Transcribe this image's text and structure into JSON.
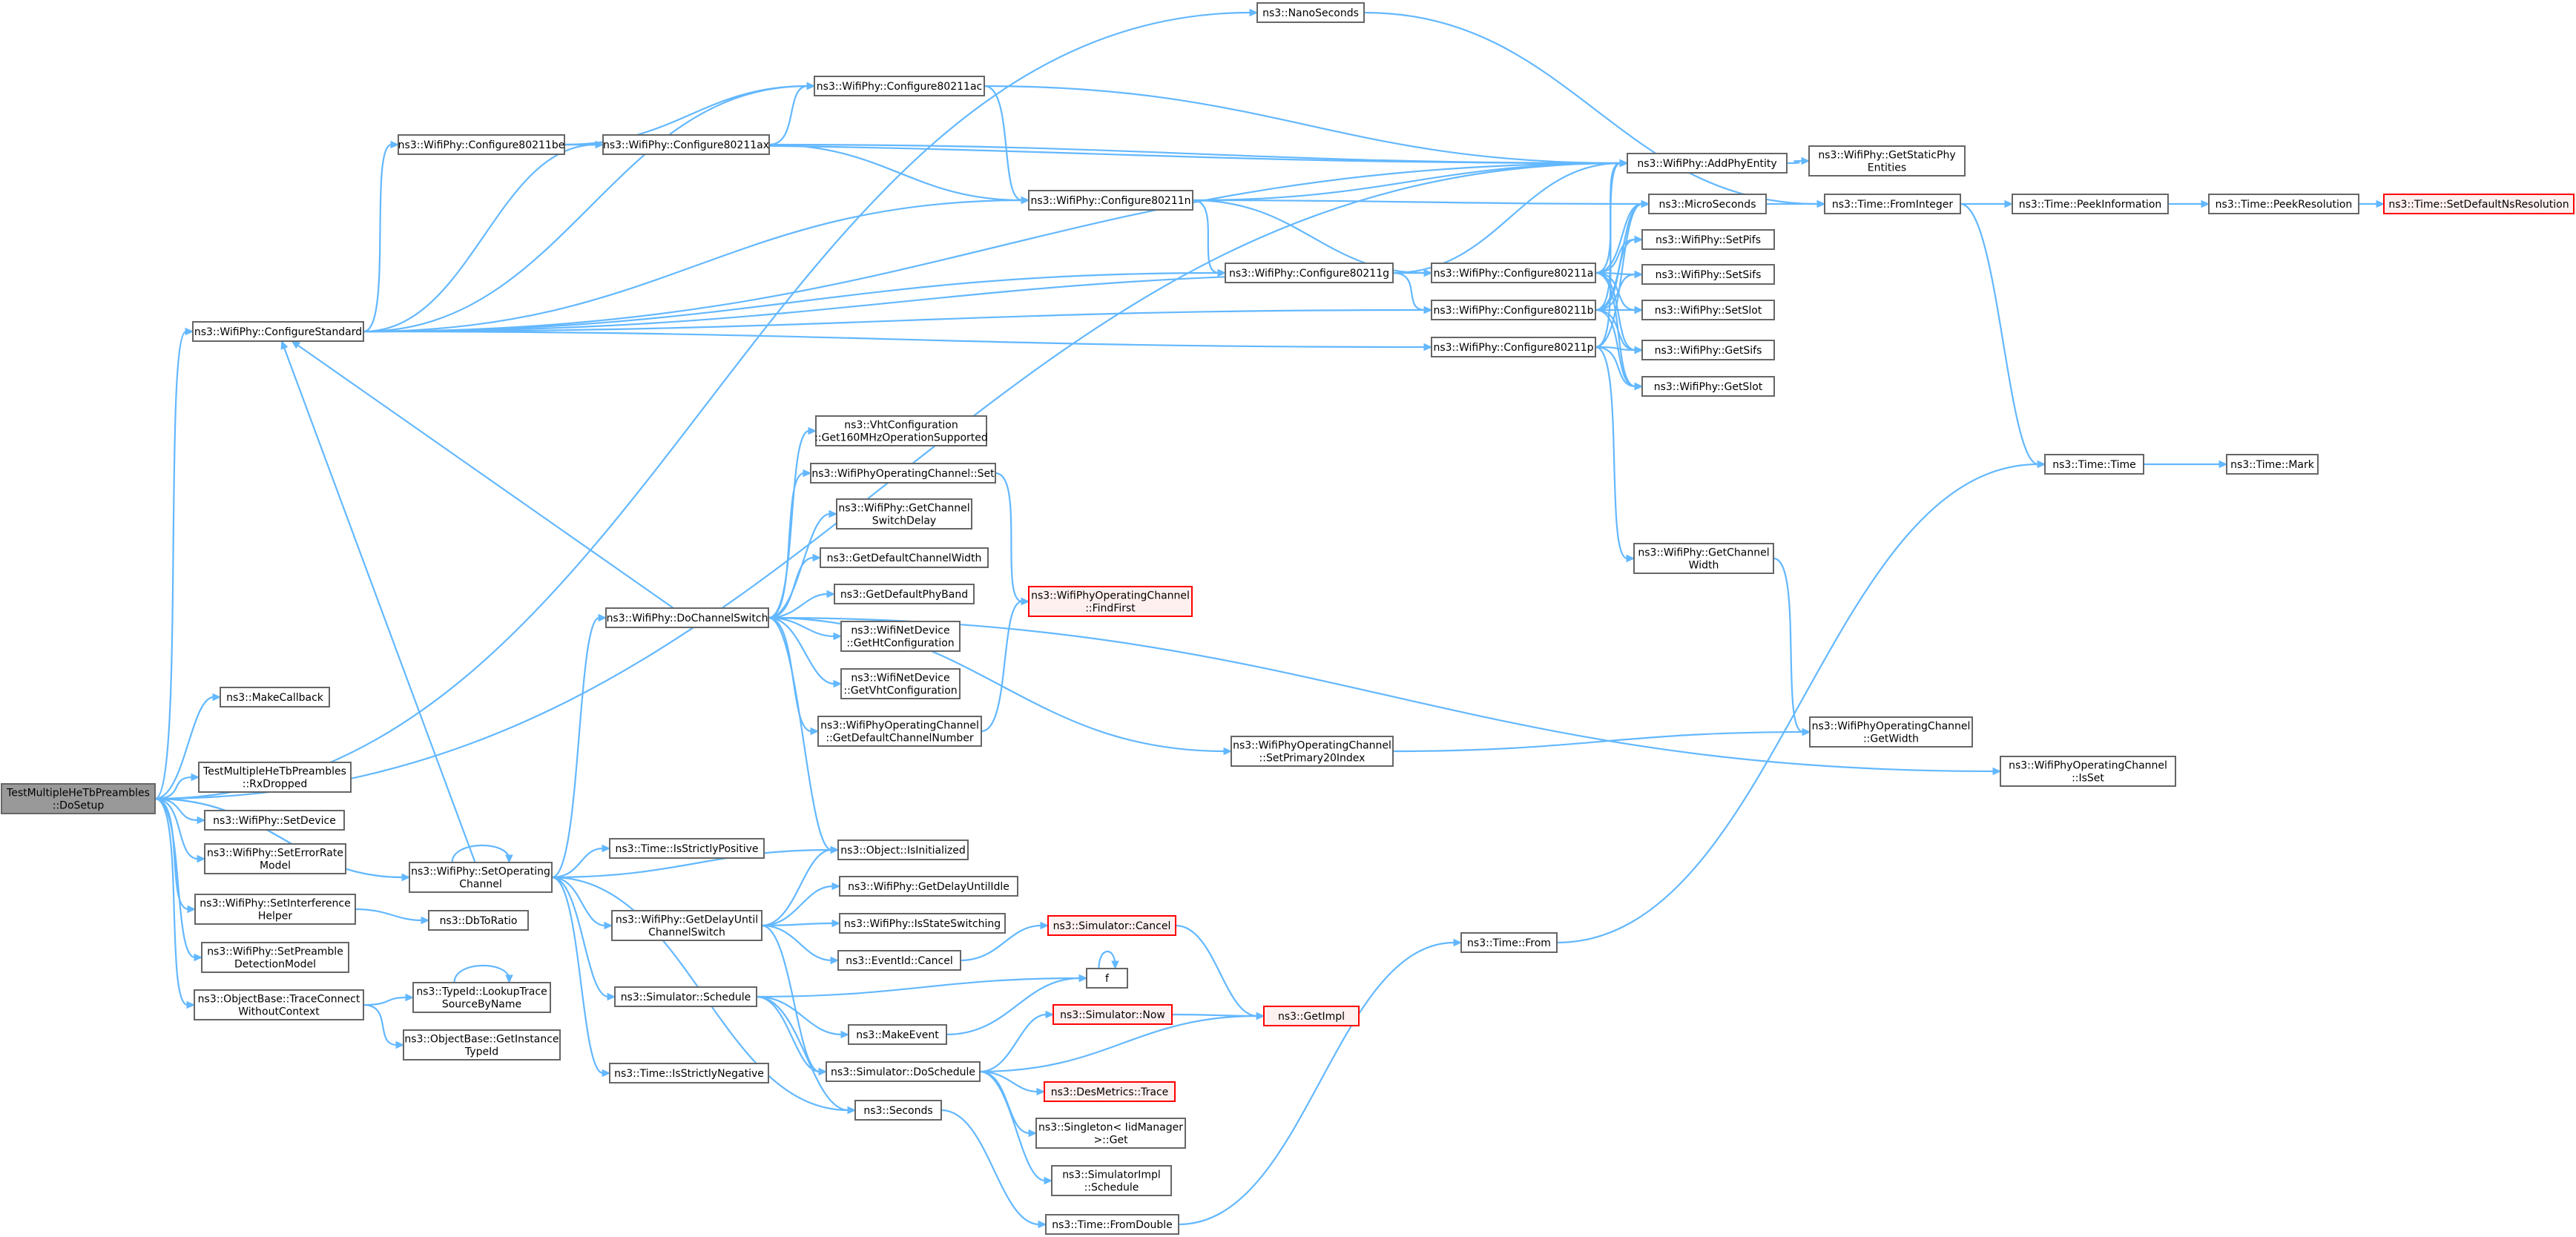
{
  "colors": {
    "edge": "#63b8ff",
    "node_border": "#666666",
    "root_fill": "#999999",
    "truncated_border": "#ff0000",
    "truncated_fill": "#fff0f0",
    "background": "#ffffff"
  },
  "nodes": [
    {
      "id": "dosetup",
      "label": [
        "TestMultipleHeTbPreambles",
        "::DoSetup"
      ],
      "kind": "root"
    },
    {
      "id": "configstd",
      "label": [
        "ns3::WifiPhy::ConfigureStandard"
      ]
    },
    {
      "id": "makecb",
      "label": [
        "ns3::MakeCallback"
      ]
    },
    {
      "id": "rxdropped",
      "label": [
        "TestMultipleHeTbPreambles",
        "::RxDropped"
      ]
    },
    {
      "id": "setdevice",
      "label": [
        "ns3::WifiPhy::SetDevice"
      ]
    },
    {
      "id": "seterrrate",
      "label": [
        "ns3::WifiPhy::SetErrorRate",
        "Model"
      ]
    },
    {
      "id": "setinterf",
      "label": [
        "ns3::WifiPhy::SetInterference",
        "Helper"
      ]
    },
    {
      "id": "setpreamble",
      "label": [
        "ns3::WifiPhy::SetPreamble",
        "DetectionModel"
      ]
    },
    {
      "id": "traceconnect",
      "label": [
        "ns3::ObjectBase::TraceConnect",
        "WithoutContext"
      ]
    },
    {
      "id": "setopchan",
      "label": [
        "ns3::WifiPhy::SetOperating",
        "Channel"
      ]
    },
    {
      "id": "cfgbe",
      "label": [
        "ns3::WifiPhy::Configure80211be"
      ]
    },
    {
      "id": "cfgax",
      "label": [
        "ns3::WifiPhy::Configure80211ax"
      ]
    },
    {
      "id": "cfgac",
      "label": [
        "ns3::WifiPhy::Configure80211ac"
      ]
    },
    {
      "id": "cfgn",
      "label": [
        "ns3::WifiPhy::Configure80211n"
      ]
    },
    {
      "id": "cfgg",
      "label": [
        "ns3::WifiPhy::Configure80211g"
      ]
    },
    {
      "id": "cfga",
      "label": [
        "ns3::WifiPhy::Configure80211a"
      ]
    },
    {
      "id": "cfgb",
      "label": [
        "ns3::WifiPhy::Configure80211b"
      ]
    },
    {
      "id": "cfgp",
      "label": [
        "ns3::WifiPhy::Configure80211p"
      ]
    },
    {
      "id": "nanosec",
      "label": [
        "ns3::NanoSeconds"
      ]
    },
    {
      "id": "addphy",
      "label": [
        "ns3::WifiPhy::AddPhyEntity"
      ]
    },
    {
      "id": "getstaticphy",
      "label": [
        "ns3::WifiPhy::GetStaticPhy",
        "Entities"
      ]
    },
    {
      "id": "microsec",
      "label": [
        "ns3::MicroSeconds"
      ]
    },
    {
      "id": "fromint",
      "label": [
        "ns3::Time::FromInteger"
      ]
    },
    {
      "id": "peekinfo",
      "label": [
        "ns3::Time::PeekInformation"
      ]
    },
    {
      "id": "peekres",
      "label": [
        "ns3::Time::PeekResolution"
      ]
    },
    {
      "id": "setdefns",
      "label": [
        "ns3::Time::SetDefaultNsResolution"
      ],
      "kind": "truncated"
    },
    {
      "id": "setpifs",
      "label": [
        "ns3::WifiPhy::SetPifs"
      ]
    },
    {
      "id": "setsifs",
      "label": [
        "ns3::WifiPhy::SetSifs"
      ]
    },
    {
      "id": "setslot",
      "label": [
        "ns3::WifiPhy::SetSlot"
      ]
    },
    {
      "id": "getsifs",
      "label": [
        "ns3::WifiPhy::GetSifs"
      ]
    },
    {
      "id": "getslot",
      "label": [
        "ns3::WifiPhy::GetSlot"
      ]
    },
    {
      "id": "time",
      "label": [
        "ns3::Time::Time"
      ]
    },
    {
      "id": "mark",
      "label": [
        "ns3::Time::Mark"
      ]
    },
    {
      "id": "vhtcfg",
      "label": [
        "ns3::VhtConfiguration",
        "::Get160MHzOperationSupported"
      ]
    },
    {
      "id": "opchanset",
      "label": [
        "ns3::WifiPhyOperatingChannel::Set"
      ]
    },
    {
      "id": "getchanswitch",
      "label": [
        "ns3::WifiPhy::GetChannel",
        "SwitchDelay"
      ]
    },
    {
      "id": "getdefchanwidth",
      "label": [
        "ns3::GetDefaultChannelWidth"
      ]
    },
    {
      "id": "getdefphyband",
      "label": [
        "ns3::GetDefaultPhyBand"
      ]
    },
    {
      "id": "gethtcfg",
      "label": [
        "ns3::WifiNetDevice",
        "::GetHtConfiguration"
      ]
    },
    {
      "id": "getvhtcfg",
      "label": [
        "ns3::WifiNetDevice",
        "::GetVhtConfiguration"
      ]
    },
    {
      "id": "getdefchannum",
      "label": [
        "ns3::WifiPhyOperatingChannel",
        "::GetDefaultChannelNumber"
      ]
    },
    {
      "id": "findfirst",
      "label": [
        "ns3::WifiPhyOperatingChannel",
        "::FindFirst"
      ],
      "kind": "truncated"
    },
    {
      "id": "dochanswitch",
      "label": [
        "ns3::WifiPhy::DoChannelSwitch"
      ]
    },
    {
      "id": "getchanwidth",
      "label": [
        "ns3::WifiPhy::GetChannel",
        "Width"
      ]
    },
    {
      "id": "setprimary20",
      "label": [
        "ns3::WifiPhyOperatingChannel",
        "::SetPrimary20Index"
      ]
    },
    {
      "id": "getwidth",
      "label": [
        "ns3::WifiPhyOperatingChannel",
        "::GetWidth"
      ]
    },
    {
      "id": "isset",
      "label": [
        "ns3::WifiPhyOperatingChannel",
        "::IsSet"
      ]
    },
    {
      "id": "isstrictpos",
      "label": [
        "ns3::Time::IsStrictlyPositive"
      ]
    },
    {
      "id": "isinit",
      "label": [
        "ns3::Object::IsInitialized"
      ]
    },
    {
      "id": "getdelayidle",
      "label": [
        "ns3::WifiPhy::GetDelayUntilIdle"
      ]
    },
    {
      "id": "getdelaychan",
      "label": [
        "ns3::WifiPhy::GetDelayUntil",
        "ChannelSwitch"
      ]
    },
    {
      "id": "isstateswitch",
      "label": [
        "ns3::WifiPhy::IsStateSwitching"
      ]
    },
    {
      "id": "eventcancel",
      "label": [
        "ns3::EventId::Cancel"
      ]
    },
    {
      "id": "simcancel",
      "label": [
        "ns3::Simulator::Cancel"
      ],
      "kind": "truncated"
    },
    {
      "id": "dbtoratio",
      "label": [
        "ns3::DbToRatio"
      ]
    },
    {
      "id": "sched",
      "label": [
        "ns3::Simulator::Schedule"
      ]
    },
    {
      "id": "f",
      "label": [
        "f"
      ]
    },
    {
      "id": "lookuptrace",
      "label": [
        "ns3::TypeId::LookupTrace",
        "SourceByName"
      ]
    },
    {
      "id": "getinsttid",
      "label": [
        "ns3::ObjectBase::GetInstance",
        "TypeId"
      ]
    },
    {
      "id": "makeevent",
      "label": [
        "ns3::MakeEvent"
      ]
    },
    {
      "id": "simnow",
      "label": [
        "ns3::Simulator::Now"
      ],
      "kind": "truncated"
    },
    {
      "id": "getimpl",
      "label": [
        "ns3::GetImpl"
      ],
      "kind": "truncated"
    },
    {
      "id": "dosched",
      "label": [
        "ns3::Simulator::DoSchedule"
      ]
    },
    {
      "id": "desmetrics",
      "label": [
        "ns3::DesMetrics::Trace"
      ],
      "kind": "truncated"
    },
    {
      "id": "isstrictneg",
      "label": [
        "ns3::Time::IsStrictlyNegative"
      ]
    },
    {
      "id": "seconds",
      "label": [
        "ns3::Seconds"
      ]
    },
    {
      "id": "singleton",
      "label": [
        "ns3::Singleton< IidManager",
        ">::Get"
      ]
    },
    {
      "id": "simimplsched",
      "label": [
        "ns3::SimulatorImpl",
        "::Schedule"
      ]
    },
    {
      "id": "fromdouble",
      "label": [
        "ns3::Time::FromDouble"
      ]
    },
    {
      "id": "timefrom",
      "label": [
        "ns3::Time::From"
      ]
    }
  ],
  "edges": [
    [
      "dosetup",
      "configstd"
    ],
    [
      "dosetup",
      "makecb"
    ],
    [
      "dosetup",
      "rxdropped"
    ],
    [
      "dosetup",
      "setdevice"
    ],
    [
      "dosetup",
      "seterrrate"
    ],
    [
      "dosetup",
      "setinterf"
    ],
    [
      "dosetup",
      "setpreamble"
    ],
    [
      "dosetup",
      "traceconnect"
    ],
    [
      "dosetup",
      "setopchan"
    ],
    [
      "dosetup",
      "nanosec"
    ],
    [
      "dosetup",
      "addphy"
    ],
    [
      "configstd",
      "addphy"
    ],
    [
      "configstd",
      "cfga"
    ],
    [
      "configstd",
      "cfgb"
    ],
    [
      "configstd",
      "cfgg"
    ],
    [
      "configstd",
      "cfgn"
    ],
    [
      "configstd",
      "cfgac"
    ],
    [
      "configstd",
      "cfgax"
    ],
    [
      "configstd",
      "cfgbe"
    ],
    [
      "configstd",
      "cfgp"
    ],
    [
      "cfgbe",
      "cfgax"
    ],
    [
      "cfgbe",
      "addphy"
    ],
    [
      "cfgbe",
      "cfgac"
    ],
    [
      "cfgax",
      "cfgac"
    ],
    [
      "cfgax",
      "cfgn"
    ],
    [
      "cfgax",
      "addphy"
    ],
    [
      "cfgac",
      "cfgn"
    ],
    [
      "cfgac",
      "addphy"
    ],
    [
      "cfgn",
      "addphy"
    ],
    [
      "cfgn",
      "cfgg"
    ],
    [
      "cfgn",
      "microsec"
    ],
    [
      "cfgn",
      "cfga"
    ],
    [
      "cfgg",
      "cfga"
    ],
    [
      "cfgg",
      "cfgb"
    ],
    [
      "cfgg",
      "addphy"
    ],
    [
      "cfga",
      "addphy"
    ],
    [
      "cfga",
      "microsec"
    ],
    [
      "cfga",
      "setpifs"
    ],
    [
      "cfga",
      "setsifs"
    ],
    [
      "cfga",
      "setslot"
    ],
    [
      "cfga",
      "getsifs"
    ],
    [
      "cfga",
      "getslot"
    ],
    [
      "cfgb",
      "addphy"
    ],
    [
      "cfgb",
      "microsec"
    ],
    [
      "cfgb",
      "setpifs"
    ],
    [
      "cfgb",
      "setsifs"
    ],
    [
      "cfgb",
      "setslot"
    ],
    [
      "cfgb",
      "getsifs"
    ],
    [
      "cfgb",
      "getslot"
    ],
    [
      "cfgp",
      "addphy"
    ],
    [
      "cfgp",
      "microsec"
    ],
    [
      "cfgp",
      "getsifs"
    ],
    [
      "cfgp",
      "getslot"
    ],
    [
      "cfgp",
      "getchanwidth"
    ],
    [
      "addphy",
      "getstaticphy"
    ],
    [
      "microsec",
      "fromint"
    ],
    [
      "nanosec",
      "fromint"
    ],
    [
      "fromint",
      "peekinfo"
    ],
    [
      "fromint",
      "time"
    ],
    [
      "peekinfo",
      "peekres"
    ],
    [
      "peekres",
      "setdefns"
    ],
    [
      "time",
      "mark"
    ],
    [
      "getchanwidth",
      "getwidth"
    ],
    [
      "setprimary20",
      "getwidth"
    ],
    [
      "setopchan",
      "setopchan"
    ],
    [
      "setopchan",
      "configstd"
    ],
    [
      "setopchan",
      "dochanswitch"
    ],
    [
      "setopchan",
      "isstrictpos"
    ],
    [
      "setopchan",
      "isinit"
    ],
    [
      "setopchan",
      "getdelaychan"
    ],
    [
      "setopchan",
      "sched"
    ],
    [
      "setopchan",
      "isstrictneg"
    ],
    [
      "setopchan",
      "seconds"
    ],
    [
      "dochanswitch",
      "configstd"
    ],
    [
      "dochanswitch",
      "vhtcfg"
    ],
    [
      "dochanswitch",
      "opchanset"
    ],
    [
      "dochanswitch",
      "getchanswitch"
    ],
    [
      "dochanswitch",
      "getdefchanwidth"
    ],
    [
      "dochanswitch",
      "getdefphyband"
    ],
    [
      "dochanswitch",
      "gethtcfg"
    ],
    [
      "dochanswitch",
      "getvhtcfg"
    ],
    [
      "dochanswitch",
      "getdefchannum"
    ],
    [
      "dochanswitch",
      "isinit"
    ],
    [
      "dochanswitch",
      "setprimary20"
    ],
    [
      "dochanswitch",
      "isset"
    ],
    [
      "opchanset",
      "findfirst"
    ],
    [
      "getdefchannum",
      "findfirst"
    ],
    [
      "getdelaychan",
      "isinit"
    ],
    [
      "getdelaychan",
      "getdelayidle"
    ],
    [
      "getdelaychan",
      "isstateswitch"
    ],
    [
      "getdelaychan",
      "eventcancel"
    ],
    [
      "getdelaychan",
      "dosched"
    ],
    [
      "eventcancel",
      "simcancel"
    ],
    [
      "simcancel",
      "getimpl"
    ],
    [
      "setinterf",
      "dbtoratio"
    ],
    [
      "traceconnect",
      "lookuptrace"
    ],
    [
      "traceconnect",
      "getinsttid"
    ],
    [
      "lookuptrace",
      "lookuptrace"
    ],
    [
      "sched",
      "f"
    ],
    [
      "sched",
      "makeevent"
    ],
    [
      "sched",
      "dosched"
    ],
    [
      "sched",
      "seconds"
    ],
    [
      "makeevent",
      "f"
    ],
    [
      "f",
      "f"
    ],
    [
      "dosched",
      "simnow"
    ],
    [
      "dosched",
      "getimpl"
    ],
    [
      "dosched",
      "desmetrics"
    ],
    [
      "dosched",
      "singleton"
    ],
    [
      "dosched",
      "simimplsched"
    ],
    [
      "simnow",
      "getimpl"
    ],
    [
      "seconds",
      "fromdouble"
    ],
    [
      "fromdouble",
      "timefrom"
    ],
    [
      "timefrom",
      "time"
    ],
    [
      "dosetup",
      "setopchan"
    ]
  ]
}
